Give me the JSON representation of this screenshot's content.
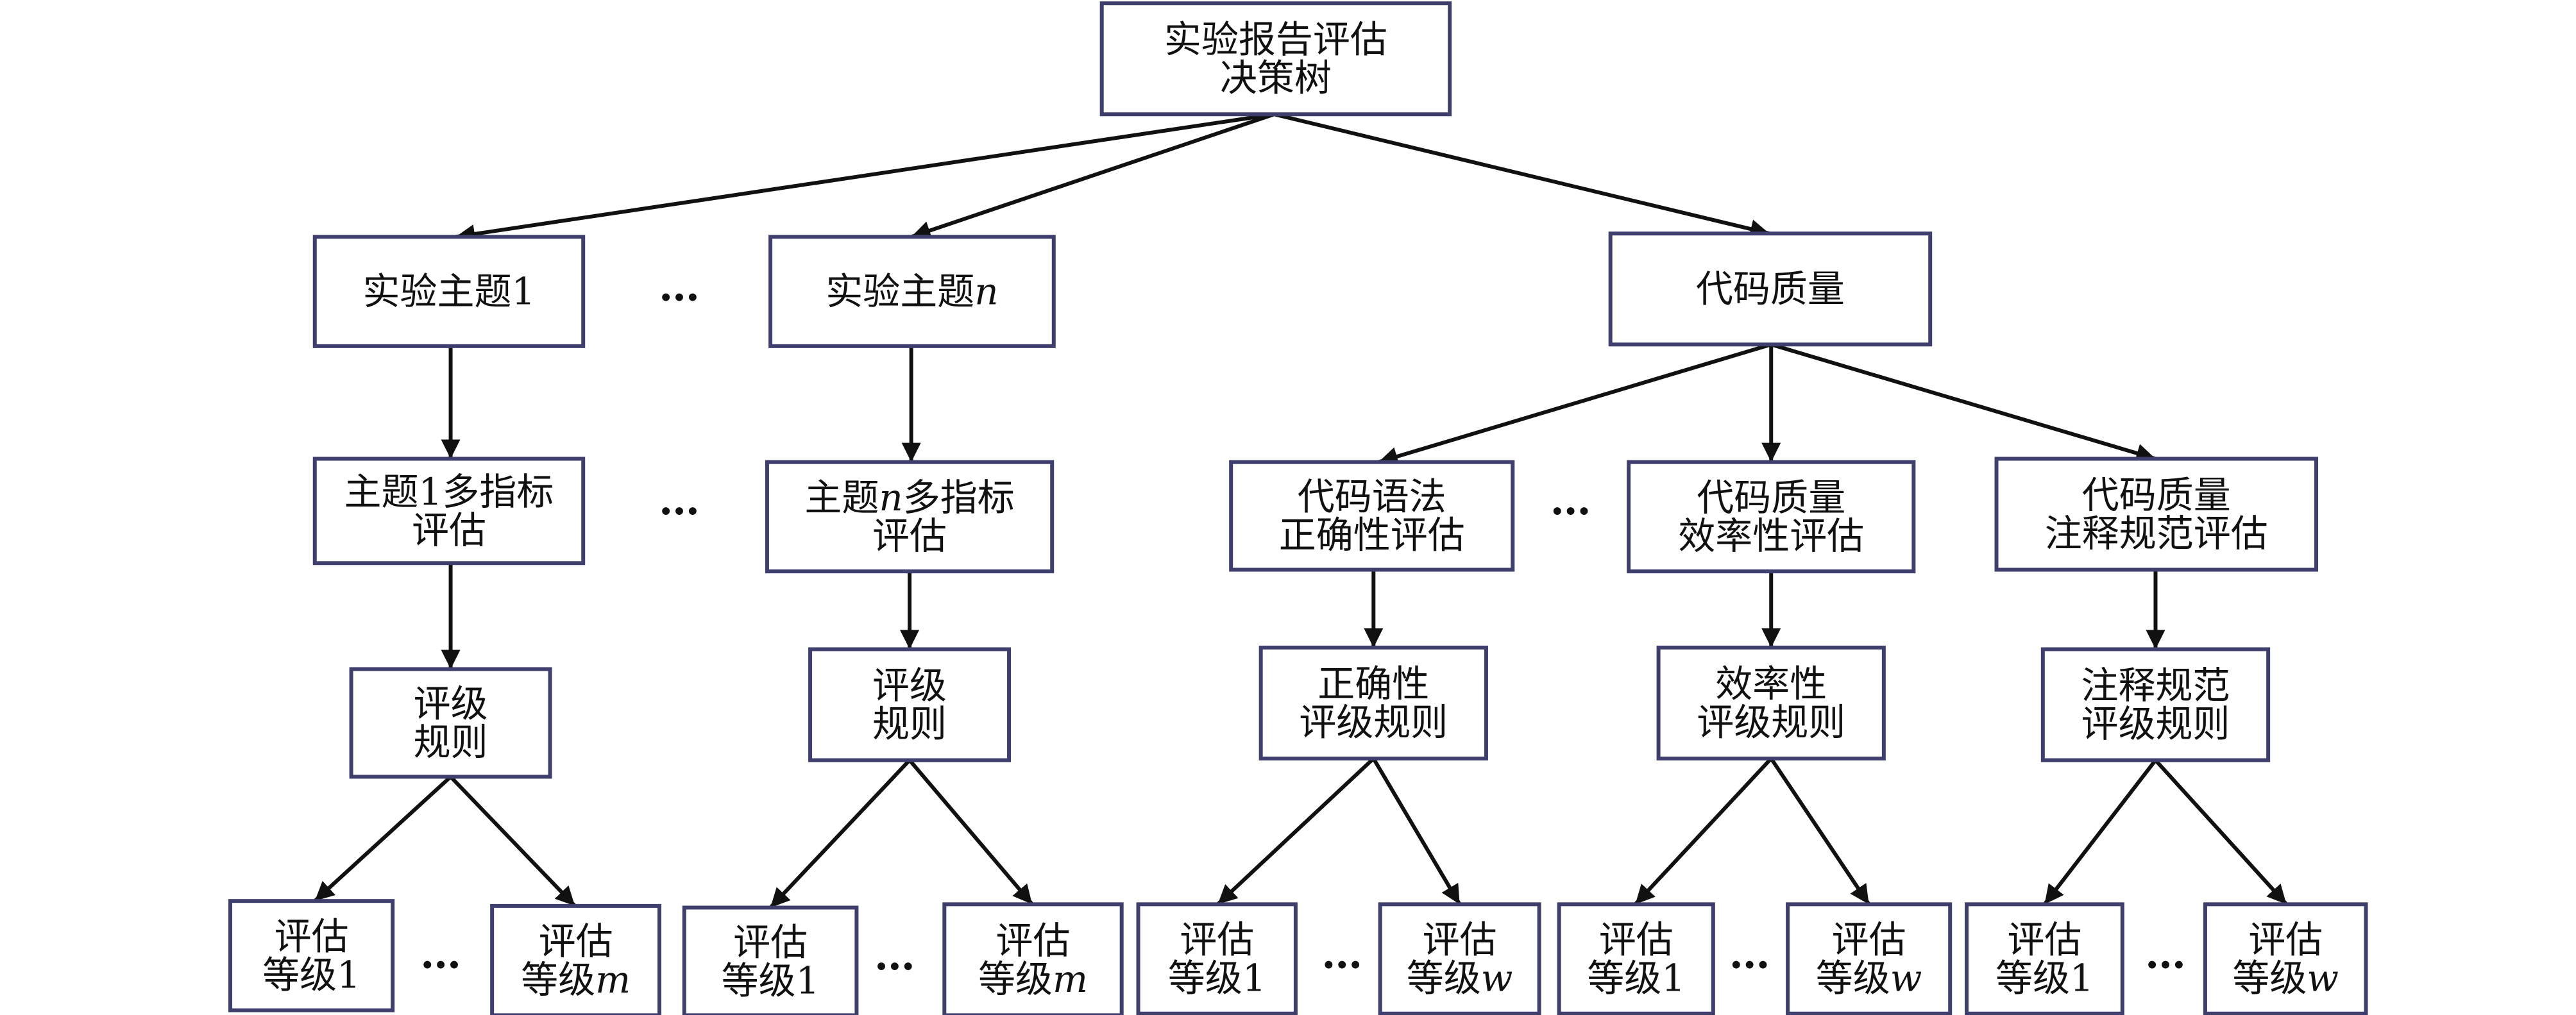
{
  "root": {
    "lines": [
      [
        "实验报告评估"
      ],
      [
        "决策树"
      ]
    ]
  },
  "topic1": {
    "lines": [
      [
        "实验主题1"
      ]
    ]
  },
  "topicn": {
    "lines": [
      [
        "实验主题",
        {
          "i": "n"
        }
      ]
    ]
  },
  "code": {
    "lines": [
      [
        "代码质量"
      ]
    ]
  },
  "t1_multi": {
    "lines": [
      [
        "主题1多指标"
      ],
      [
        "评估"
      ]
    ]
  },
  "tn_multi": {
    "lines": [
      [
        "主题",
        {
          "i": "n"
        },
        "多指标"
      ],
      [
        "评估"
      ]
    ]
  },
  "syntax": {
    "lines": [
      [
        "代码语法"
      ],
      [
        "正确性评估"
      ]
    ]
  },
  "efficiency": {
    "lines": [
      [
        "代码质量"
      ],
      [
        "效率性评估"
      ]
    ]
  },
  "comment": {
    "lines": [
      [
        "代码质量"
      ],
      [
        "注释规范评估"
      ]
    ]
  },
  "t1_rule": {
    "lines": [
      [
        "评级"
      ],
      [
        "规则"
      ]
    ]
  },
  "tn_rule": {
    "lines": [
      [
        "评级"
      ],
      [
        "规则"
      ]
    ]
  },
  "syntax_rule": {
    "lines": [
      [
        "正确性"
      ],
      [
        "评级规则"
      ]
    ]
  },
  "eff_rule": {
    "lines": [
      [
        "效率性"
      ],
      [
        "评级规则"
      ]
    ]
  },
  "comment_rule": {
    "lines": [
      [
        "注释规范"
      ],
      [
        "评级规则"
      ]
    ]
  },
  "t1_g1": {
    "lines": [
      [
        "评估"
      ],
      [
        "等级1"
      ]
    ]
  },
  "t1_gm": {
    "lines": [
      [
        "评估"
      ],
      [
        "等级",
        {
          "i": "m"
        }
      ]
    ]
  },
  "tn_g1": {
    "lines": [
      [
        "评估"
      ],
      [
        "等级1"
      ]
    ]
  },
  "tn_gm": {
    "lines": [
      [
        "评估"
      ],
      [
        "等级",
        {
          "i": "m"
        }
      ]
    ]
  },
  "syn_g1": {
    "lines": [
      [
        "评估"
      ],
      [
        "等级1"
      ]
    ]
  },
  "syn_gw": {
    "lines": [
      [
        "评估"
      ],
      [
        "等级",
        {
          "i": "w"
        }
      ]
    ]
  },
  "eff_g1": {
    "lines": [
      [
        "评估"
      ],
      [
        "等级1"
      ]
    ]
  },
  "eff_gw": {
    "lines": [
      [
        "评估"
      ],
      [
        "等级",
        {
          "i": "w"
        }
      ]
    ]
  },
  "com_g1": {
    "lines": [
      [
        "评估"
      ],
      [
        "等级1"
      ]
    ]
  },
  "com_gw": {
    "lines": [
      [
        "评估"
      ],
      [
        "等级",
        {
          "i": "w"
        }
      ]
    ]
  },
  "ellipsis": "…"
}
